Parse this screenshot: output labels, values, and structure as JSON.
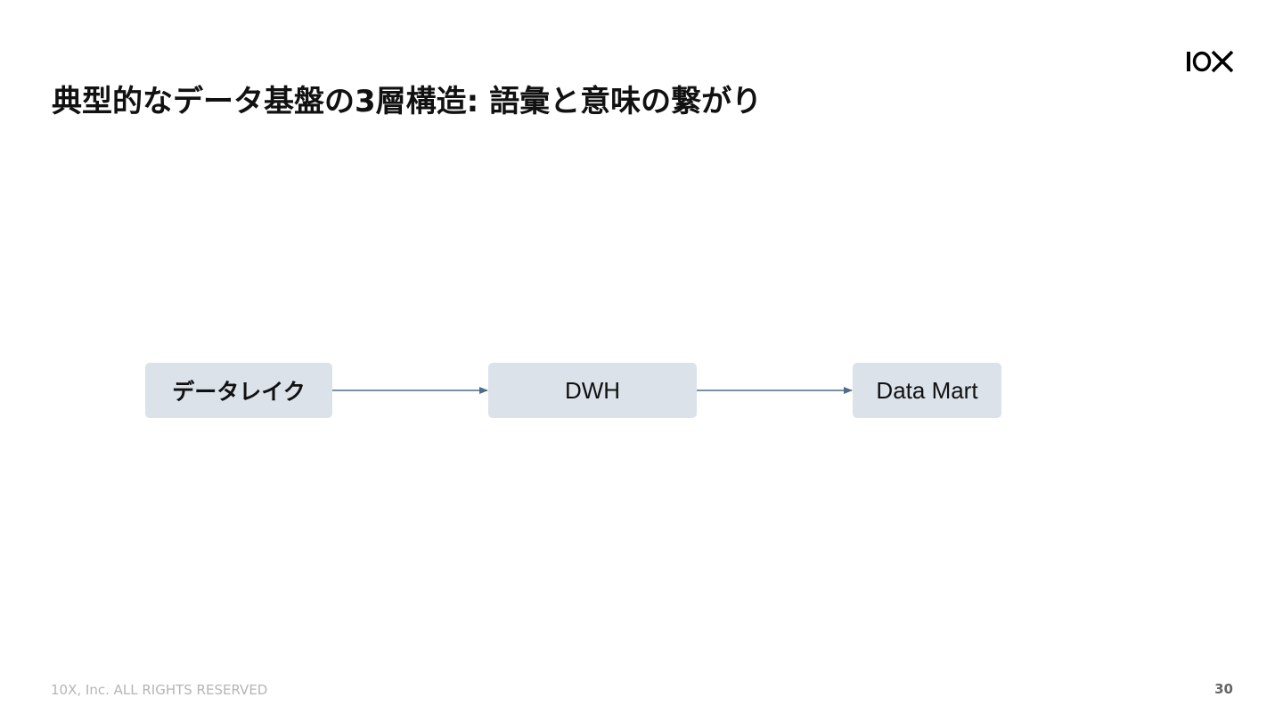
{
  "slide": {
    "title": "典型的なデータ基盤の3層構造: 語彙と意味の繋がり",
    "logo_text": "10X",
    "footer": "10X, Inc. ALL RIGHTS RESERVED",
    "page_number": "30"
  },
  "diagram": {
    "nodes": [
      {
        "id": "data-lake",
        "label": "データレイク"
      },
      {
        "id": "dwh",
        "label": "DWH"
      },
      {
        "id": "data-mart",
        "label": "Data Mart"
      }
    ],
    "edges": [
      {
        "from": "data-lake",
        "to": "dwh"
      },
      {
        "from": "dwh",
        "to": "data-mart"
      }
    ]
  },
  "colors": {
    "node_fill": "#dbe2e9",
    "arrow": "#4f6b88",
    "title": "#111111",
    "footer": "#b5b5b5"
  }
}
